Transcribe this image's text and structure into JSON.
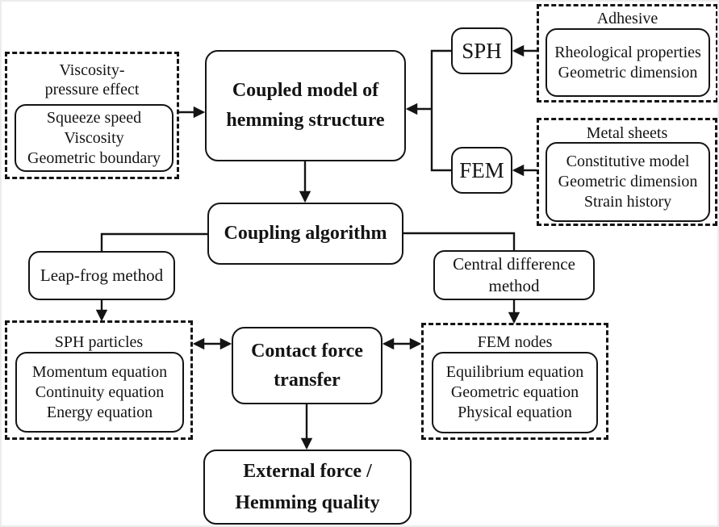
{
  "diagram": {
    "colors": {
      "stroke": "#141414",
      "background": "#ffffff",
      "frame": "#ececec"
    },
    "nodes": {
      "coupled_model": {
        "line1": "Coupled model of",
        "line2": "hemming structure"
      },
      "sph": {
        "label": "SPH"
      },
      "fem": {
        "label": "FEM"
      },
      "coupling_algorithm": {
        "label": "Coupling algorithm"
      },
      "leap_frog": {
        "label": "Leap-frog method"
      },
      "central_difference": {
        "line1": "Central difference",
        "line2": "method"
      },
      "contact_force": {
        "line1": "Contact force",
        "line2": "transfer"
      },
      "external_force": {
        "line1": "External force /",
        "line2": "Hemming quality"
      }
    },
    "groups": {
      "viscosity": {
        "title1": "Viscosity-",
        "title2": "pressure effect",
        "items": [
          "Squeeze speed",
          "Viscosity",
          "Geometric boundary"
        ]
      },
      "adhesive": {
        "title": "Adhesive",
        "items": [
          "Rheological properties",
          "Geometric dimension"
        ]
      },
      "metal_sheets": {
        "title": "Metal sheets",
        "items": [
          "Constitutive model",
          "Geometric dimension",
          "Strain history"
        ]
      },
      "sph_particles": {
        "title": "SPH particles",
        "items": [
          "Momentum equation",
          "Continuity equation",
          "Energy equation"
        ]
      },
      "fem_nodes": {
        "title": "FEM nodes",
        "items": [
          "Equilibrium equation",
          "Geometric equation",
          "Physical equation"
        ]
      }
    },
    "edges": [
      {
        "from": "viscosity",
        "to": "coupled_model",
        "type": "arrow"
      },
      {
        "from": "adhesive",
        "to": "sph",
        "type": "arrow"
      },
      {
        "from": "metal_sheets",
        "to": "fem",
        "type": "arrow"
      },
      {
        "from": "sph_fem_bracket",
        "to": "coupled_model",
        "type": "arrow"
      },
      {
        "from": "coupled_model",
        "to": "coupling_algorithm",
        "type": "arrow"
      },
      {
        "from": "coupling_algorithm",
        "to": "leap_frog",
        "type": "elbow"
      },
      {
        "from": "coupling_algorithm",
        "to": "central_difference",
        "type": "elbow"
      },
      {
        "from": "leap_frog",
        "to": "sph_particles",
        "type": "arrow"
      },
      {
        "from": "central_difference",
        "to": "fem_nodes",
        "type": "arrow"
      },
      {
        "from": "sph_particles",
        "to": "contact_force",
        "type": "double-arrow"
      },
      {
        "from": "contact_force",
        "to": "fem_nodes",
        "type": "double-arrow"
      },
      {
        "from": "contact_force",
        "to": "external_force",
        "type": "arrow"
      }
    ]
  }
}
